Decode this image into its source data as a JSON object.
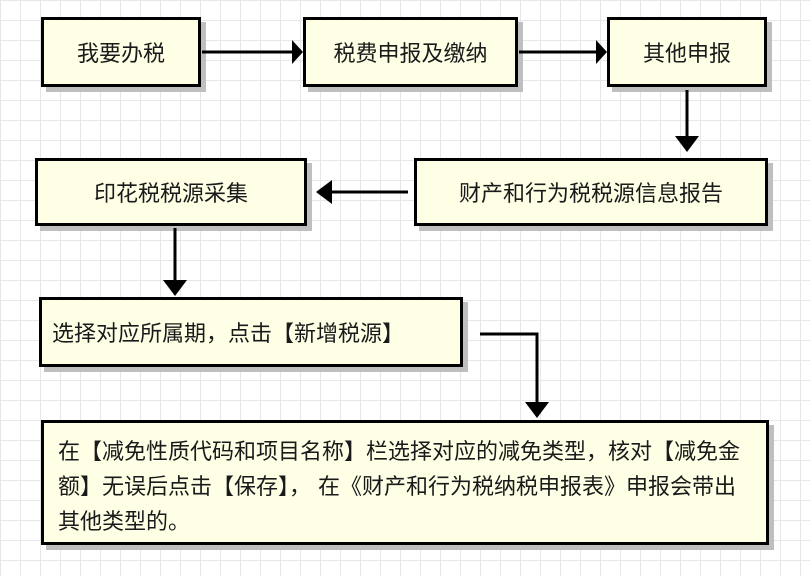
{
  "nodes": {
    "n1": "我要办税",
    "n2": "税费申报及缴纳",
    "n3": "其他申报",
    "n4": "财产和行为税税源信息报告",
    "n5": "印花税税源采集",
    "n6": "选择对应所属期，点击【新增税源】",
    "n7": "在【减免性质代码和项目名称】栏选择对应的减免类型，核对【减免金额】无误后点击【保存】， 在《财产和行为税纳税申报表》申报会带出其他类型的。"
  }
}
